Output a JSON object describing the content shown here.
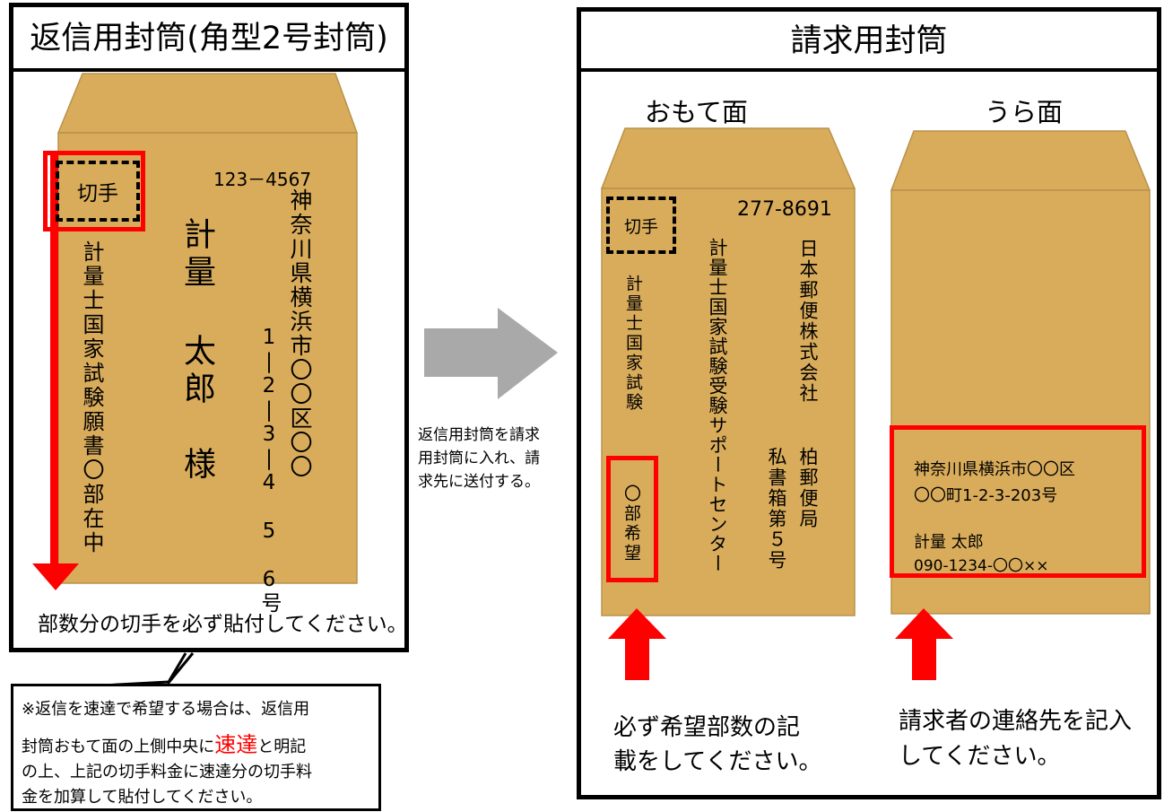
{
  "colors": {
    "envelope": "#d9ac5b",
    "envelope_stroke": "#b8924a",
    "highlight": "#ff0000",
    "arrow": "#a9a9a9"
  },
  "return_envelope": {
    "title": "返信用封筒(角型2号封筒)",
    "stamp_label": "切手",
    "postal_code": "123－4567",
    "address": "神奈川県横浜市〇〇区〇〇",
    "block_number": "1|2|3|4 5 6号",
    "name_line1": "計量",
    "name_line2": "太郎",
    "honorific": "様",
    "document_note": "計量士国家試験願書〇部在中",
    "caption": "部数分の切手を必ず貼付してください。"
  },
  "express_note": {
    "line1": "※返信を速達で希望する場合は、返信用",
    "line2_before": "封筒おもて面の上側中央に",
    "line2_highlight": "速達",
    "line2_after": "と明記",
    "line3": "の上、上記の切手料金に速達分の切手料",
    "line4": "金を加算して貼付してください。"
  },
  "flow_text": [
    "返信用封筒を請求",
    "用封筒に入れ、請",
    "求先に送付する。"
  ],
  "request_envelope": {
    "title": "請求用封筒",
    "front": {
      "label": "おもて面",
      "stamp_label": "切手",
      "postal_code": "277-8691",
      "addressee_line1": "日本郵便株式会社",
      "addressee_line2": "柏郵便局",
      "po_box": "私書箱第５号",
      "center": "計量士国家試験受験サポートセンター",
      "exam_title": "計量士国家試験",
      "copies_wanted": "〇部希望",
      "caption_line1": "必ず希望部数の記",
      "caption_line2": "載をしてください。"
    },
    "back": {
      "label": "うら面",
      "address_line1": "神奈川県横浜市〇〇区",
      "address_line2": "〇〇町1-2-3-203号",
      "name": "計量 太郎",
      "phone": "090-1234-〇〇××",
      "caption_line1": "請求者の連絡先を記入",
      "caption_line2": "してください。"
    }
  }
}
